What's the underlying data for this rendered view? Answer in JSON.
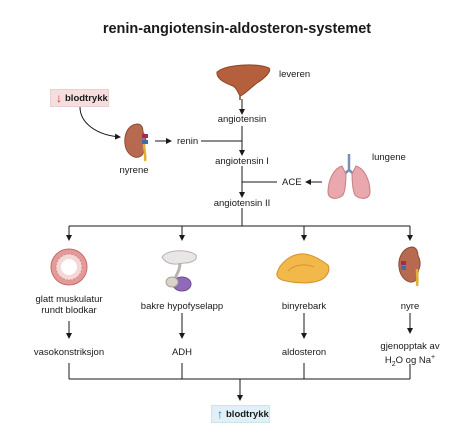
{
  "title": "renin-angiotensin-aldosteron-systemet",
  "colors": {
    "low_arrow": "#c62828",
    "high_arrow": "#1f6fb2",
    "low_bg": "#f7dede",
    "high_bg": "#dff0f6"
  },
  "badges": {
    "low": {
      "label": "blodtrykk",
      "icon": "arrow-down-icon"
    },
    "high": {
      "label": "blodtrykk",
      "icon": "arrow-up-icon"
    }
  },
  "organs": {
    "liver": "leveren",
    "kidney_top": "nyrene",
    "lungs": "lungene"
  },
  "labels": {
    "renin": "renin",
    "angiotensinogen": "angiotensin",
    "angiotensin_i": "angiotensin I",
    "ace": "ACE",
    "angiotensin_ii": "angiotensin II"
  },
  "targets": [
    {
      "name": "glatt muskulatur rundt blodkar",
      "line1": "glatt muskulatur",
      "line2": "rundt blodkar",
      "effect": "vasokonstriksjon"
    },
    {
      "name": "bakre hypofyselapp",
      "line1": "bakre hypofyselapp",
      "line2": "",
      "effect": "ADH"
    },
    {
      "name": "binyrebark",
      "line1": "binyrebark",
      "line2": "",
      "effect": "aldosteron"
    },
    {
      "name": "nyre",
      "line1": "nyre",
      "line2": "",
      "effect_line1": "gjenopptak av",
      "effect_h2o": "H",
      "effect_sub": "2",
      "effect_mid": "O og Na",
      "effect_sup": "+"
    }
  ]
}
